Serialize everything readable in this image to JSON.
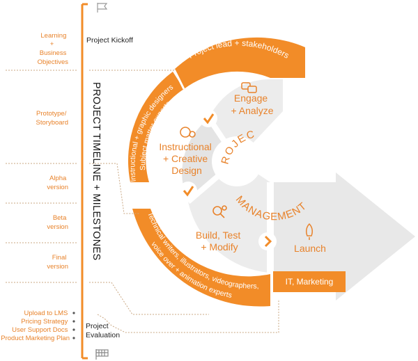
{
  "colors": {
    "accent": "#f28c28",
    "accent_dark": "#e07a1c",
    "panel_light": "#ececec",
    "panel_mid": "#e4e4e4",
    "text_orange": "#e8822a",
    "dotted": "#c9a782"
  },
  "timeline": {
    "title": "PROJECT TIMELINE + MILESTONES",
    "start_label": "Project Kickoff",
    "end_label_line1": "Project",
    "end_label_line2": "Evaluation",
    "start_icon": "flag-icon",
    "end_icon": "finish-flag-icon",
    "milestones": [
      {
        "lines": [
          "Learning",
          "+",
          "Business",
          "Objectives"
        ]
      },
      {
        "lines": [
          "Prototype/",
          "Storyboard"
        ]
      },
      {
        "lines": [
          "Alpha",
          "version"
        ]
      },
      {
        "lines": [
          "Beta",
          "version"
        ]
      },
      {
        "lines": [
          "Final",
          "version"
        ]
      }
    ],
    "deliverables": [
      "Upload to LMS",
      "Pricing Strategy",
      "User Support Docs",
      "Product Marketing Plan"
    ]
  },
  "wheel": {
    "center_line1": "PROJECT",
    "center_line2": "MANAGEMENT",
    "segments": [
      {
        "icon": "conversation-icon",
        "line1": "Engage",
        "line2": "+ Analyze"
      },
      {
        "icon": "brain-gears-icon",
        "line1": "Instructional",
        "line2": "+ Creative",
        "line3": "Design"
      },
      {
        "icon": "magnifier-gear-icon",
        "line1": "Build, Test",
        "line2": "+ Modify"
      },
      {
        "icon": "rocket-icon",
        "line1": "Launch"
      }
    ],
    "bands": {
      "top": "Project lead + stakeholders",
      "left_line1": "Instructional + graphic designers",
      "left_line2": "Subject matter experts",
      "bottom_line1": "Technical writers, illustrators, videographers,",
      "bottom_line2": "voice over + animation experts",
      "launch": "IT, Marketing"
    }
  }
}
